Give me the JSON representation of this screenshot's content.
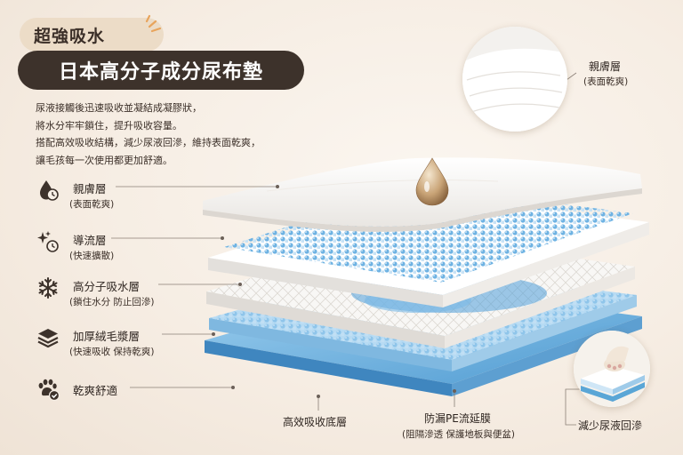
{
  "badge": {
    "text": "超強吸水"
  },
  "title": "日本高分子成分尿布墊",
  "description": [
    "尿液接觸後迅速吸收並凝結成凝膠狀，",
    "將水分牢牢鎖住，提升吸收容量。",
    "搭配高效吸收結構，減少尿液回滲，維持表面乾爽，",
    "讓毛孩每一次使用都更加舒適。"
  ],
  "legend": [
    {
      "icon": "water-clock-icon",
      "title": "親膚層",
      "sub": "(表面乾爽)"
    },
    {
      "icon": "sparkle-clock-icon",
      "title": "導流層",
      "sub": "(快速擴散)"
    },
    {
      "icon": "snowflake-icon",
      "title": "高分子吸水層",
      "sub": "(鎖住水分 防止回滲)"
    },
    {
      "icon": "layers-icon",
      "title": "加厚絨毛漿層",
      "sub": "(快速吸收 保持乾爽)"
    },
    {
      "icon": "paw-check-icon",
      "title": "乾爽舒適",
      "sub": ""
    }
  ],
  "top_circle": {
    "title": "親膚層",
    "sub": "(表面乾爽)"
  },
  "bottom_labels": {
    "base_layer": "高效吸收底層",
    "pe_film": "防漏PE流延膜",
    "pe_film_sub": "(阻隔滲透 保護地板與便盆)",
    "less_leak": "減少尿液回滲"
  },
  "colors": {
    "background": "#f7efe6",
    "badge": "#ecdcc7",
    "title_bg": "#3d322b",
    "blue": "#5aa6d6",
    "light_blue": "#a9d3ef"
  }
}
